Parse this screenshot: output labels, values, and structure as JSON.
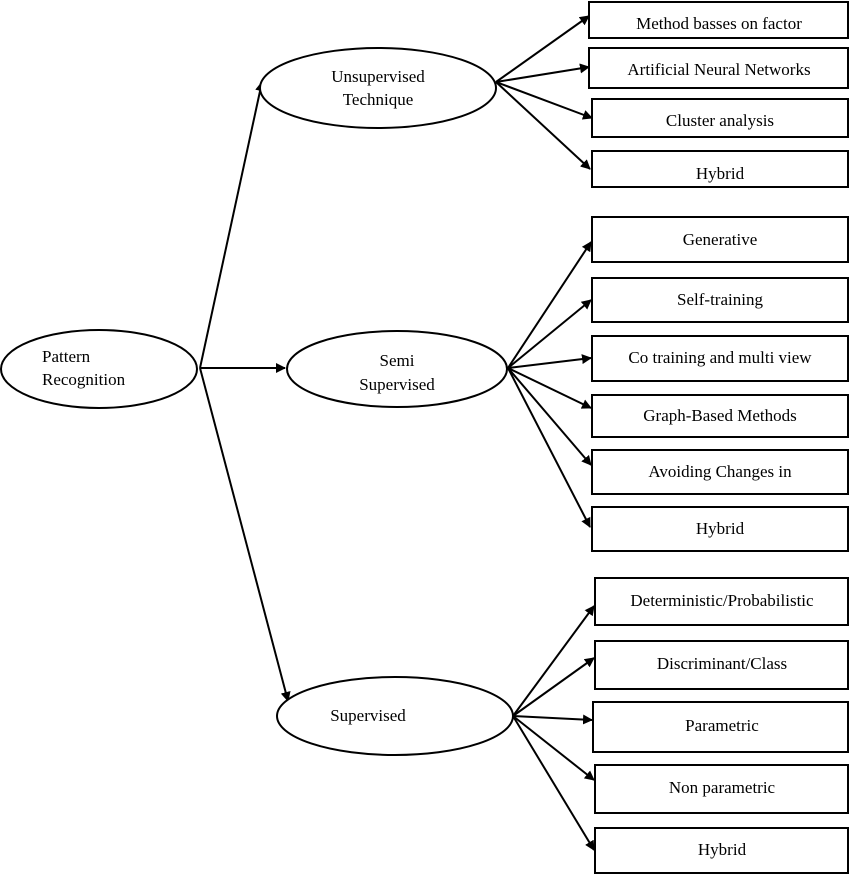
{
  "root": {
    "label_lines": [
      "Pattern",
      "Recognition"
    ]
  },
  "groups": [
    {
      "id": "unsupervised",
      "label_lines": [
        "Unsupervised",
        "Technique"
      ],
      "items": [
        "Method basses on factor",
        "Artificial Neural Networks",
        "Cluster analysis",
        "Hybrid"
      ]
    },
    {
      "id": "semi",
      "label_lines": [
        "Semi",
        "Supervised"
      ],
      "items": [
        "Generative",
        "Self-training",
        "Co training and multi view",
        "Graph-Based Methods",
        "Avoiding Changes in",
        "Hybrid"
      ]
    },
    {
      "id": "supervised",
      "label_lines": [
        "Supervised"
      ],
      "items": [
        "Deterministic/Probabilistic",
        "Discriminant/Class",
        "Parametric",
        "Non parametric",
        "Hybrid"
      ]
    }
  ]
}
